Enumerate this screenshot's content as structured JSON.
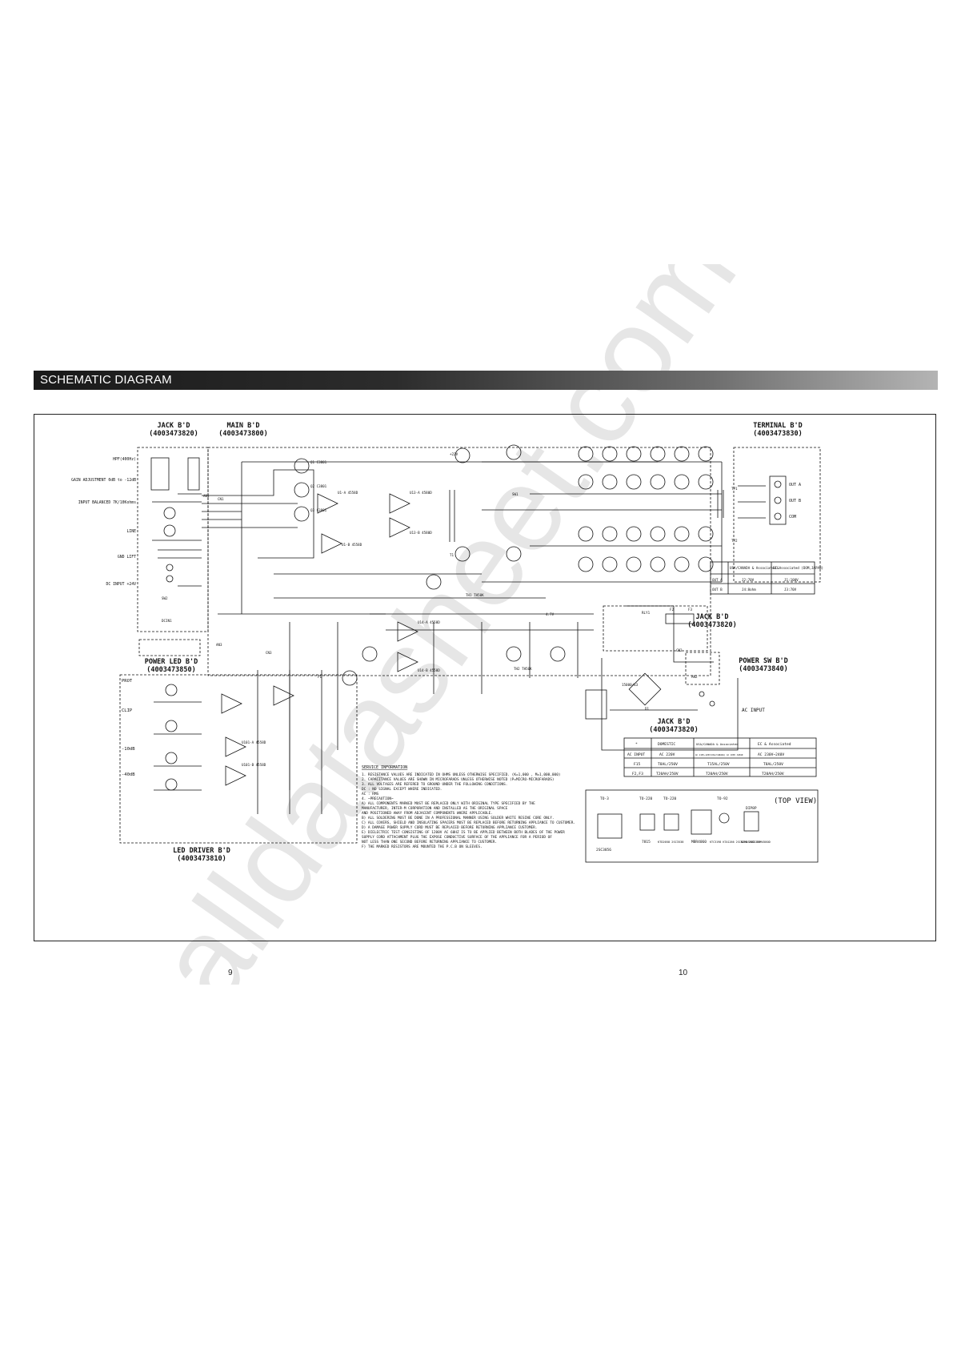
{
  "header": {
    "title": "SCHEMATIC DIAGRAM"
  },
  "boards": {
    "jack_top": {
      "name": "JACK B'D",
      "code": "(4003473820)"
    },
    "main": {
      "name": "MAIN B'D",
      "code": "(4003473800)"
    },
    "terminal": {
      "name": "TERMINAL B'D",
      "code": "(4003473830)"
    },
    "power_led": {
      "name": "POWER LED B'D",
      "code": "(4003473850)"
    },
    "led_driver": {
      "name": "LED DRIVER B'D",
      "code": "(4003473810)"
    },
    "power_sw": {
      "name": "POWER SW B'D",
      "code": "(4003473840)"
    },
    "jack_mid": {
      "name": "JACK B'D",
      "code": "(4003473820)"
    },
    "jack_bottom": {
      "name": "JACK B'D",
      "code": "(4003473820)"
    }
  },
  "input_labels": [
    "HPF(400Hz)",
    "GAIN ADJUSTMENT 0dB to -12dB",
    "INPUT BALANCED 7K/10Kohms",
    "LINE",
    "GND LIFT",
    "DC INPUT +24V"
  ],
  "led_labels": [
    "PROT",
    "CLIP",
    "-10dB",
    "-40dB"
  ],
  "output_labels": [
    "OUT A",
    "OUT B",
    "COM"
  ],
  "ac_input_label": "AC INPUT",
  "voltage_table": {
    "headers": [
      "",
      "USA/CANADA & Associated",
      "EC&Associated (DOM,JAPAN)"
    ],
    "rows": [
      [
        "OUT A",
        "J2:70V",
        "J1:100V"
      ],
      [
        "OUT B",
        "J4:8ohm",
        "J3:70V"
      ]
    ]
  },
  "fuse_table": {
    "headers": [
      "*",
      "DOMESTIC",
      "USA/CANADA & Associated",
      "EC & Associated"
    ],
    "rows": [
      [
        "AC INPUT",
        "AC 220V",
        "AC 110V~120V(USA/CANADA) AC 100V JAPAN",
        "AC 230V~240V"
      ],
      [
        "F15",
        "T8AL/250V",
        "T15AL/250V",
        "T8AL/250V"
      ],
      [
        "F2,F3",
        "T20AH/250V",
        "T20AH/250V",
        "T20AH/250V"
      ]
    ]
  },
  "service_information": {
    "title": "SERVICE INFORMATION",
    "lines": [
      "1. RESISTANCE VALUES ARE INDICATED IN OHMS UNLESS OTHERWISE SPECIFIED.   (K=1,000 , M=1,000,000)",
      "2. CAPACITANCE VALUES ARE SHOWN IN MICROFARADS UNLESS OTHERWISE NOTED   (P=MICRO-MICROFARADS)",
      "3. ALL VOLTAGES ARE REFERED TO GROUND UNDER THE FOLLOWING CONDITIONS.",
      "   DC : NO SIGNAL EXCEPT WHERE INDICATED.",
      "   AC : RMS",
      "4. ~PRECAUTION~",
      "A) ALL COMPONENTS MARKED MUST BE REPLACED ONLY WITH ORIGINAL TYPE SPECIFIED BY THE",
      "   MANUFACTURER, INTER-M CORPORATION AND INSTALLED AS THE ORIGINAL SPACE",
      "   AND POSITIONED AWAY FROM ADJACENT COMPONENTS WHERE APPLICABLE.",
      "B) ALL SOLDERING MUST BE DONE IN A PROFESSIONAL MANNER USING SOLDER WHITE RESINE CORE ONLY.",
      "C) ALL COVERS, SHIELD AND INSULATING SPACERS MUST BE REPLACED BEFORE RETURNING APPLIANCE TO CUSTOMER.",
      "D) A DAMAGE POWER SUPPLY CORD MUST BE REPLACED BEFORE RETURNING APPLIANCE CUSTOMER.",
      "E) DIELECTRIC TEST CONSISTING OF 1200V AC 60HZ IS TO BE APPLIED BETWEEN BOTH BLADES OF THE POWER",
      "   SUPPLY CORD ATTACHMENT PLUG THE EXPOSE CONDUCTIVE SURFACE OF THE APPLIANCE FOR A PERIOD OF",
      "   NOT LESS THAN ONE SECOND BEFORE RETURNING APPLIANCE TO CUSTOMER.",
      "F) THE MARKED RESISTORS ARE MOUNTED THE P.C.B ON SLEEVES."
    ]
  },
  "packages": {
    "top_view": "(TOP VIEW)",
    "items": [
      {
        "pkg": "TO-3",
        "part": "2SC3856"
      },
      {
        "pkg": "TO-220",
        "part": "7815"
      },
      {
        "pkg": "TO-220",
        "part": "KTD2058 2SC3538"
      },
      {
        "pkg": "",
        "part": "MBR4060"
      },
      {
        "pkg": "TO-92",
        "part": "KTC3198 KTA1266 2SC3250 2SC2229"
      },
      {
        "pkg": "DIP8P",
        "part": "NJM4558D NJM4580D"
      }
    ]
  },
  "component_labels": [
    "U1-A 4558D",
    "U1-B 4558D",
    "U13-A 4580D",
    "U13-B 4580D",
    "U14-A 4558D",
    "U14-B 4558D",
    "U101-A 4558D",
    "U101-B 4558D",
    "Q1 C3801",
    "Q2 C3801",
    "Q3 C3801",
    "TH1 TH50K",
    "TH2 TH50K",
    "RLY1",
    "SW1",
    "SW2",
    "DCIN1",
    "T1",
    "D1",
    "CN1",
    "CN2",
    "CN3",
    "AN1",
    "AN2",
    "AN3",
    "F1",
    "F2",
    "F3",
    "4.7V",
    "15000/63",
    "TP1",
    "TP2",
    "+22V"
  ],
  "watermark_text": "alldatasheet.com",
  "page_numbers": {
    "left": "9",
    "right": "10"
  }
}
